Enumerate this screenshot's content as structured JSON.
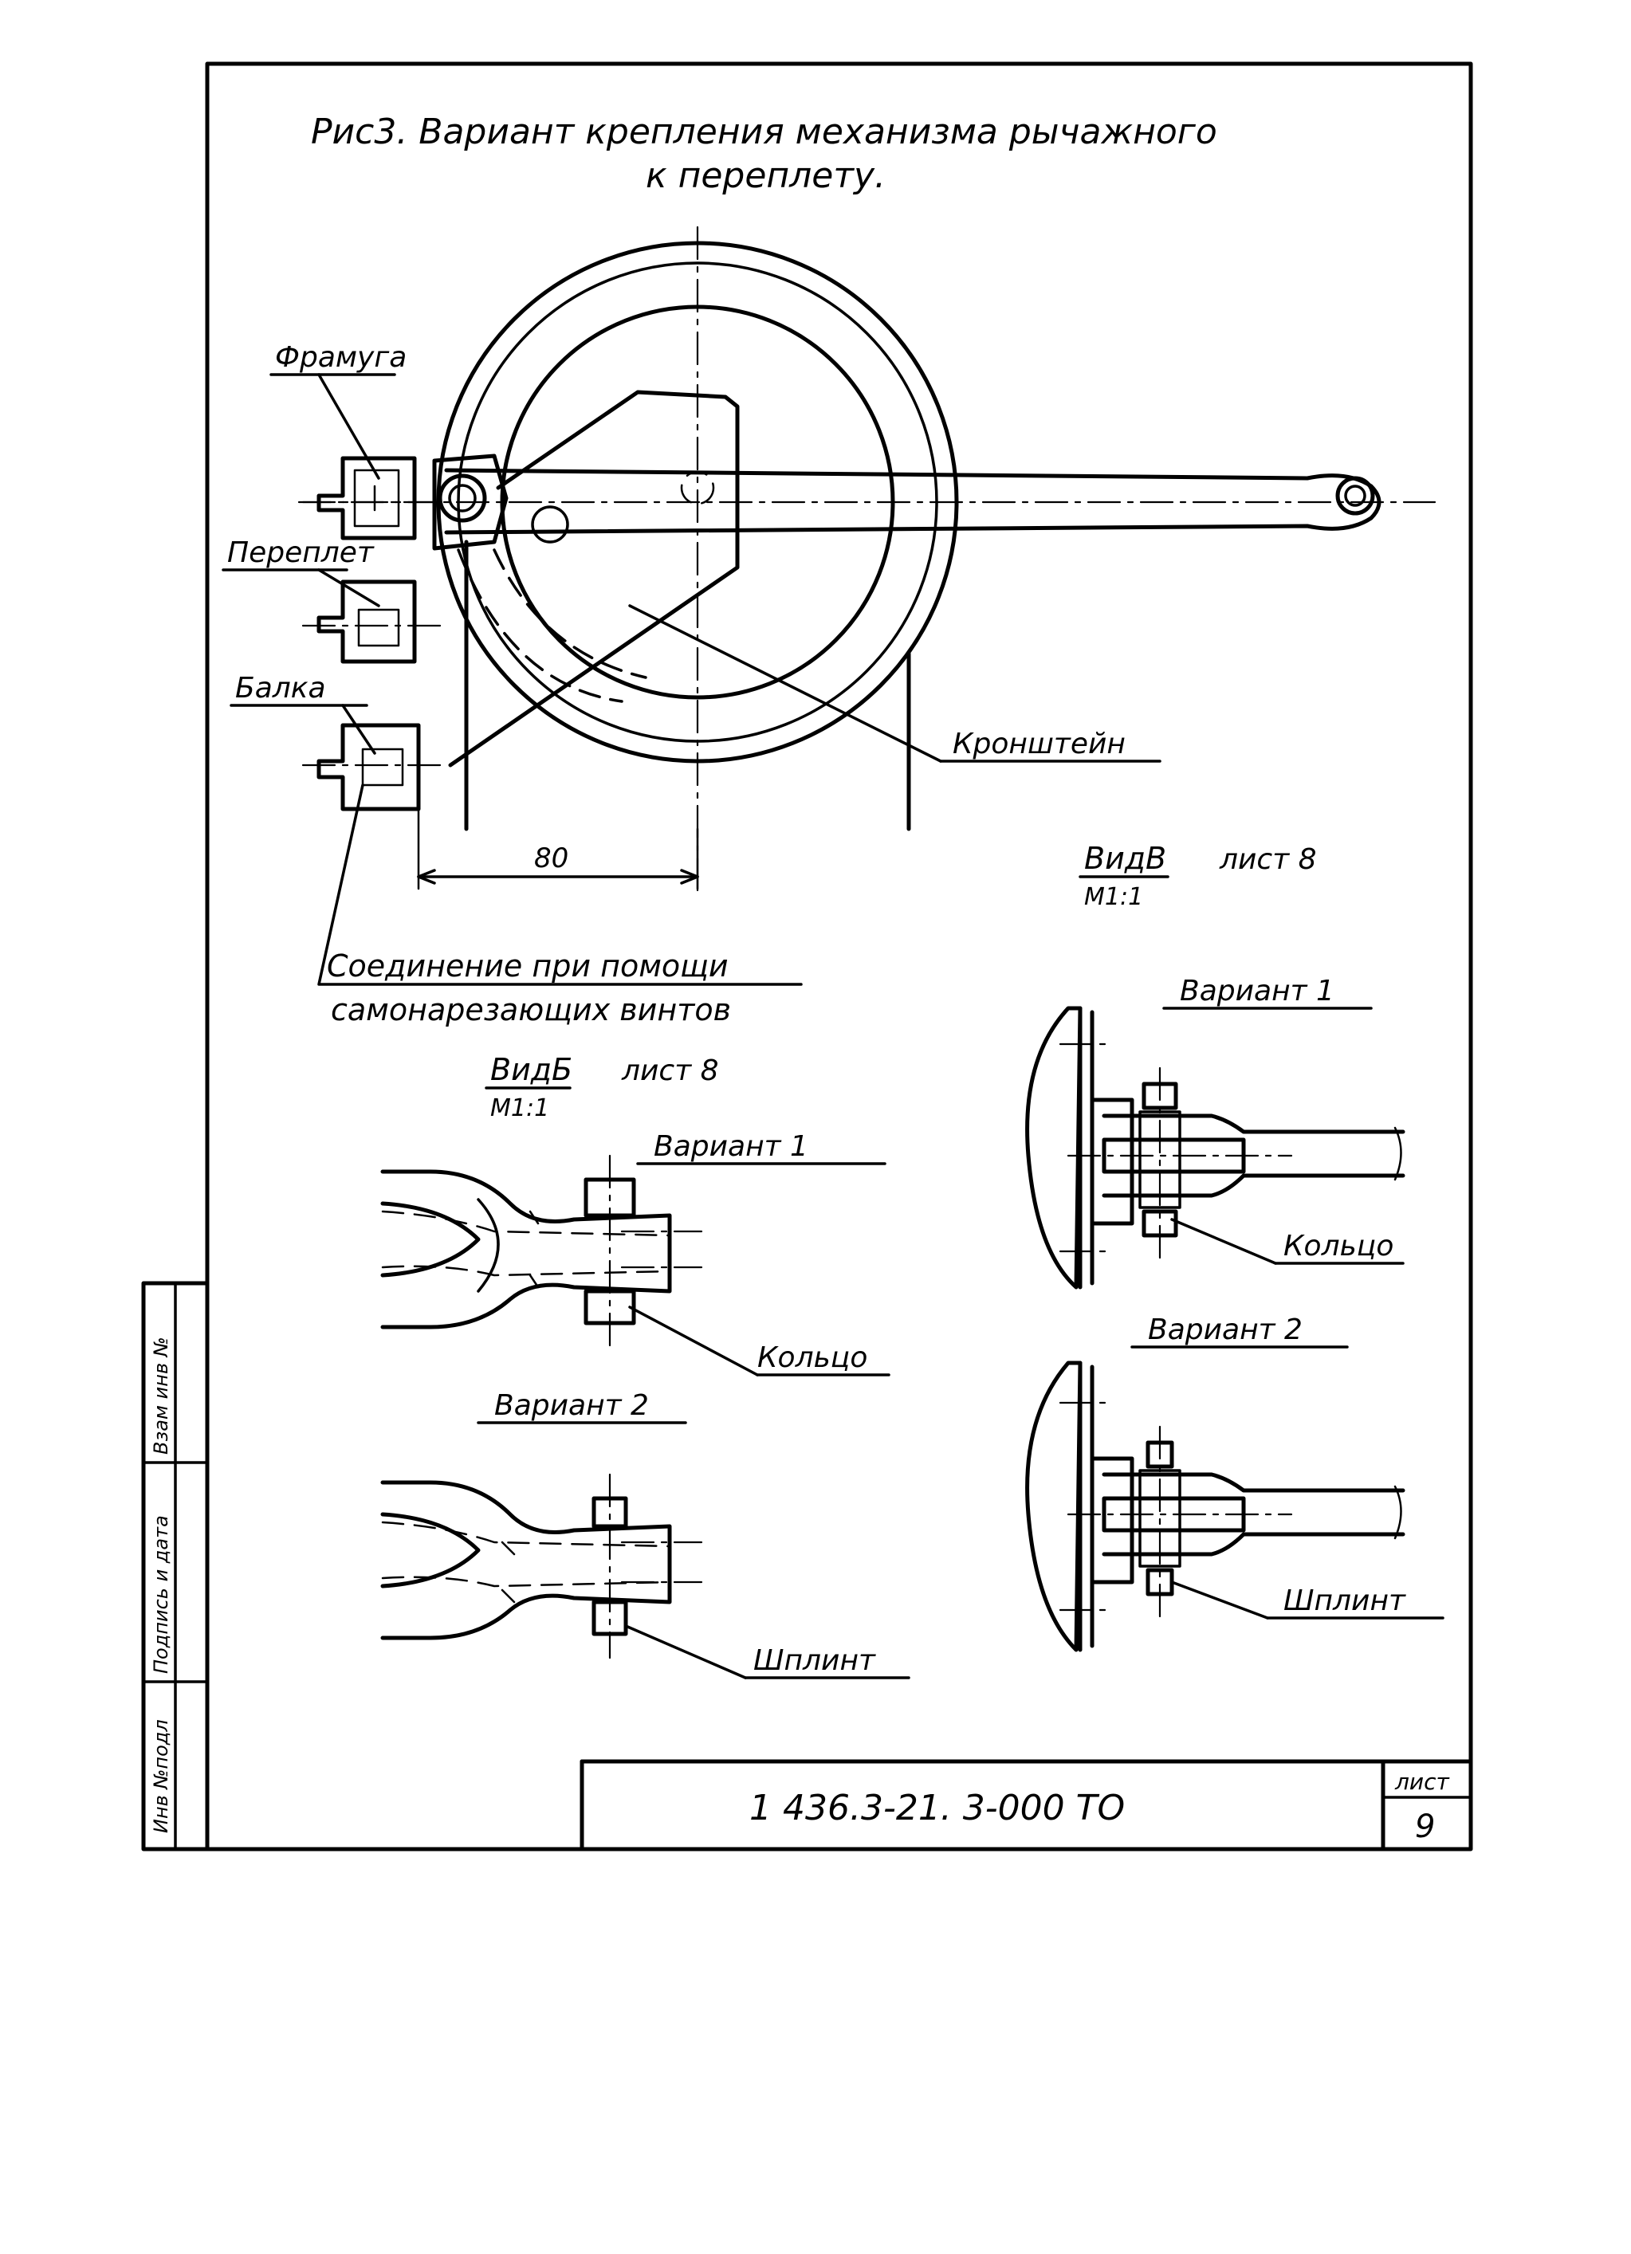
{
  "figure": {
    "title_line1": "Рис3. Вариант крепления механизма рычажного",
    "title_line2": "к переплету."
  },
  "main_view": {
    "labels": {
      "franets": "Фрамуга",
      "pereplet": "Переплет",
      "balka": "Балка",
      "kronshtein": "Кронштейн",
      "dimension": "80",
      "connection_line1": "Соединение при помощи",
      "connection_line2": "самонарезающих винтов"
    }
  },
  "view_b": {
    "title": "ВидБ",
    "sheet_ref": "лист 8",
    "scale": "М1:1",
    "variant1": "Вариант 1",
    "variant1_callout": "Кольцо",
    "variant2": "Вариант 2",
    "variant2_callout": "Шплинт"
  },
  "view_v": {
    "title": "ВидВ",
    "sheet_ref": "лист 8",
    "scale": "М1:1",
    "variant1": "Вариант 1",
    "variant1_callout": "Кольцо",
    "variant2": "Вариант 2",
    "variant2_callout": "Шплинт"
  },
  "side_stamp": {
    "inv_podl": "Инв №подл",
    "podpis_data": "Подпись и дата",
    "vzam_inv": "Взам инв №"
  },
  "title_block": {
    "doc_code": "1 436.3-21.   3-000 ТО",
    "sheet_label": "лист",
    "sheet_number": "9"
  }
}
